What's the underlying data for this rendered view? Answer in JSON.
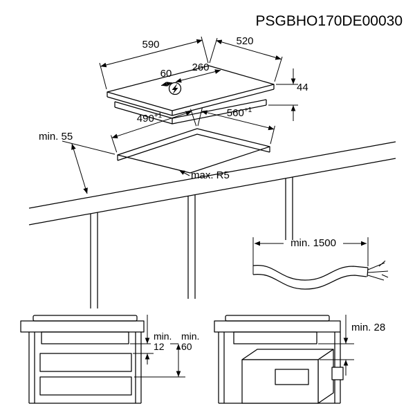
{
  "document": {
    "code": "PSGBHO170DE00030"
  },
  "hob_view": {
    "width": "590",
    "depth": "520",
    "connection_offset_left": "60",
    "connection_offset_right": "260",
    "height": "44"
  },
  "cutout_view": {
    "left_dimension": "490",
    "left_tolerance": "+1",
    "right_dimension": "560",
    "right_tolerance": "+1",
    "front_clearance": "min. 55",
    "corner_radius": "max. R5"
  },
  "cable_detail": {
    "length": "min. 1500"
  },
  "drawer_section": {
    "gap_prefix": "min.",
    "gap_value": "12",
    "clearance_prefix": "min.",
    "clearance_value": "60"
  },
  "oven_section": {
    "clearance": "min. 28"
  }
}
